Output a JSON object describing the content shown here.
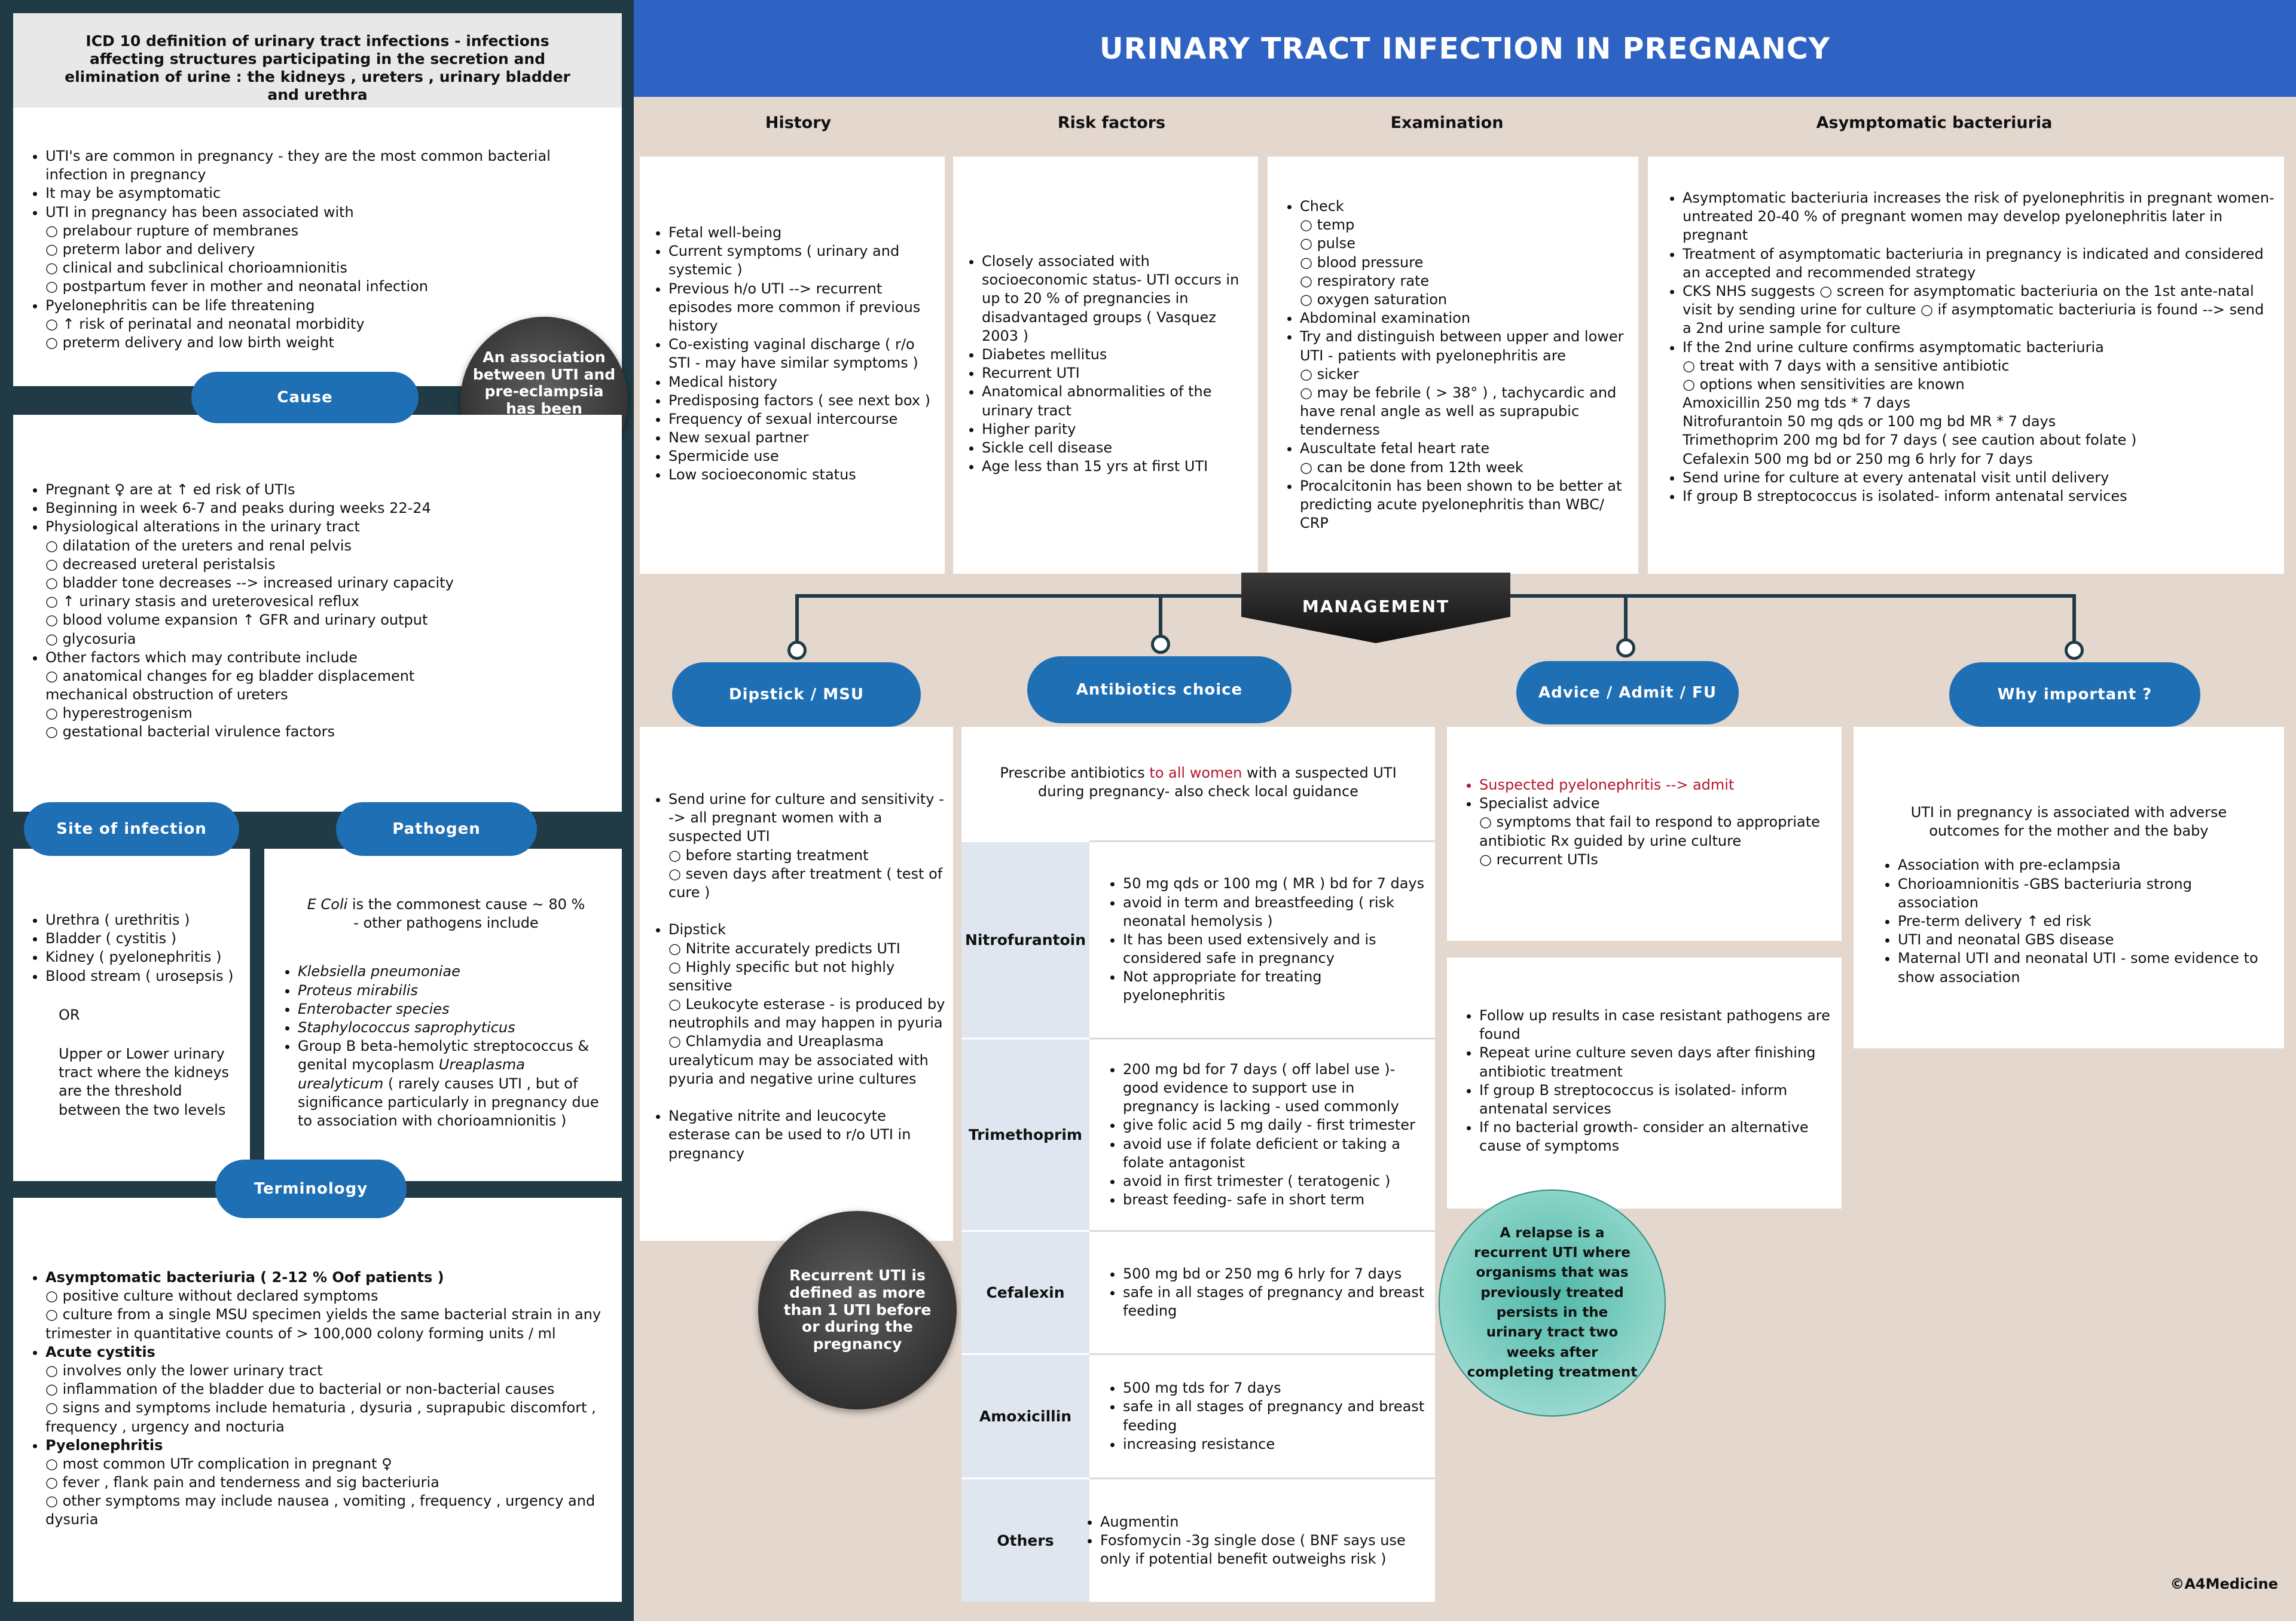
{
  "title": "URINARY TRACT INFECTION IN PREGNANCY",
  "copyright": "©A4Medicine",
  "left": {
    "icd": "ICD 10 definition of urinary tract infections - infections affecting structures participating in the secretion and elimination of urine : the kidneys , ureters , urinary bladder and urethra",
    "intro": [
      "UTI's are common in pregnancy - they are the most common bacterial infection in pregnancy",
      "It may be asymptomatic",
      "UTI in pregnancy has been associated with",
      "○ prelabour rupture of membranes",
      "○ preterm labor and delivery",
      "○ clinical and subclinical chorioamnionitis",
      "○ postpartum fever in mother and neonatal infection",
      "Pyelonephritis can be life threatening",
      "○ ↑ risk of perinatal and neonatal morbidity",
      "○ preterm delivery and low birth weight"
    ],
    "preeclampsia_circle": "An association between UTI and pre-eclampsia has been suggested in studies",
    "cause_label": "Cause",
    "cause": [
      "Pregnant ♀ are at ↑ ed risk of UTIs",
      "Beginning in week 6-7 and peaks during weeks 22-24",
      "Physiological alterations in the urinary tract",
      "○ dilatation of the ureters and renal pelvis",
      "○ decreased ureteral peristalsis",
      "○ bladder tone decreases --> increased urinary capacity",
      "○ ↑ urinary stasis and ureterovesical reflux",
      "○ blood volume expansion ↑ GFR and urinary output",
      "○ glycosuria",
      "Other factors which may contribute include",
      "○ anatomical changes  for eg bladder displacement",
      "  mechanical obstruction of ureters",
      "○ hyperestrogenism",
      "○ gestational bacterial virulence factors"
    ],
    "site_label": "Site of infection",
    "site": [
      "Urethra ( urethritis )",
      "Bladder ( cystitis )",
      "Kidney ( pyelonephritis )",
      "Blood stream ( urosepsis )"
    ],
    "site_or": "OR",
    "site_upper": "Upper or Lower urinary tract where the kidneys are the threshold between the two levels",
    "pathogen_label": "Pathogen",
    "pathogen_ecoli": "E Coli",
    "pathogen_intro": " is the commonest cause ~ 80 % - other pathogens include",
    "pathogens": [
      "Klebsiella pneumoniae",
      "Proteus mirabilis",
      "Enterobacter species",
      "Staphylococcus saprophyticus"
    ],
    "pathogen_gbs": "Group B beta-hemolytic streptococcus  & genital mycoplasm ",
    "pathogen_urea": "Ureaplasma urealyticum",
    "pathogen_gbs2": " ( rarely causes UTI , but of significance particularly in pregnancy due to association with chorioamnionitis )",
    "terminology_label": "Terminology",
    "terminology": [
      {
        "h": "Asymptomatic bacteriuria ( 2-12 % Oof patients )",
        "items": [
          "○ positive culture without declared symptoms",
          "○ culture from a single  MSU specimen yields the same bacterial strain in any trimester in quantitative counts of > 100,000 colony forming units / ml"
        ]
      },
      {
        "h": "Acute cystitis",
        "items": [
          "○ involves only the lower urinary tract",
          "○ inflammation of the bladder due to bacterial or  non-bacterial causes",
          "○ signs and symptoms include hematuria , dysuria , suprapubic discomfort , frequency , urgency and nocturia"
        ]
      },
      {
        "h": "Pyelonephritis",
        "items": [
          "○ most common UTr complication in pregnant ♀",
          "○ fever , flank pain and tenderness and sig bacteriuria",
          "○ other symptoms may include nausea , vomiting , frequency , urgency and dysuria"
        ]
      }
    ]
  },
  "top": {
    "history_label": "History",
    "history": [
      "Fetal well-being",
      "Current symptoms ( urinary and systemic )",
      "Previous h/o UTI --> recurrent episodes more common if previous history",
      "Co-existing vaginal discharge ( r/o STI - may have similar symptoms )",
      "Medical history",
      "Predisposing factors ( see next box )",
      "Frequency of sexual intercourse",
      "New sexual partner",
      "Spermicide use",
      "Low socioeconomic status"
    ],
    "risk_label": "Risk factors",
    "risk": [
      "Closely associated with socioeconomic status-  UTI occurs in up to 20 % of pregnancies in disadvantaged groups ( Vasquez 2003 )",
      "Diabetes mellitus",
      "Recurrent UTI",
      "Anatomical abnormalities of the urinary tract",
      "Higher parity",
      "Sickle cell disease",
      "Age less than 15 yrs at first UTI"
    ],
    "exam_label": "Examination",
    "exam": [
      "Check",
      "○ temp",
      "○ pulse",
      "○ blood pressure",
      "○ respiratory rate",
      "○ oxygen saturation",
      "Abdominal examination",
      "Try and distinguish between upper and lower UTI - patients with pyelonephritis are",
      "○ sicker",
      "○ may be febrile ( > 38° ) , tachycardic and have renal angle as well as suprapubic tenderness",
      "Auscultate fetal heart rate",
      "○ can be done from 12th week",
      "Procalcitonin has been shown to be better at predicting acute pyelonephritis  than WBC/ CRP"
    ],
    "asb_label": "Asymptomatic bacteriuria",
    "asb": [
      "Asymptomatic bacteriuria increases the risk of pyelonephritis in pregnant women- untreated 20-40 % of pregnant women may develop pyelonephritis later in pregnant",
      "Treatment of asymptomatic bacteriuria in pregnancy is indicated and considered an accepted and recommended strategy",
      "CKS NHS suggests ○ screen for asymptomatic bacteriuria on the 1st ante-natal visit by sending urine for culture ○ if asymptomatic bacteriuria is found --> send a 2nd urine sample for culture",
      "If the 2nd urine culture confirms asymptomatic bacteriuria",
      "○ treat with 7 days with a sensitive antibiotic",
      "○ options when sensitivities are known",
      "  Amoxicillin 250 mg tds * 7 days",
      "  Nitrofurantoin 50 mg qds or 100 mg bd MR * 7 days",
      "  Trimethoprim 200 mg bd for 7 days ( see caution about folate )",
      "  Cefalexin 500 mg bd or 250 mg 6 hrly for 7 days",
      "Send urine for culture at every antenatal visit until delivery",
      "If group B streptococcus is isolated- inform antenatal services"
    ]
  },
  "management": {
    "label": "MANAGEMENT",
    "dipstick_label": "Dipstick / MSU",
    "dipstick": [
      "Send urine for culture and sensitivity --> all pregnant women with a suspected UTI",
      "○ before starting treatment",
      "○ seven days after treatment ( test of cure )",
      "",
      "Dipstick",
      "○ Nitrite accurately predicts UTI",
      "○ Highly specific but not highly sensitive",
      "○ Leukocyte esterase - is produced by neutrophils and may happen  in pyuria",
      "○ Chlamydia  and Ureaplasma urealyticum may be associated with pyuria and negative urine cultures",
      "",
      "Negative nitrite and leucocyte esterase can be used to r/o UTI in pregnancy"
    ],
    "recurrent_circle": "Recurrent UTI is defined as more than 1 UTI before or during the pregnancy",
    "antibiotics_label": "Antibiotics choice",
    "antibiotics_intro_a": "Prescribe antibiotics ",
    "antibiotics_intro_red": "to all women",
    "antibiotics_intro_b": " with a suspected UTI during pregnancy- also check local guidance",
    "antibiotics": [
      {
        "name": "Nitrofurantoin",
        "items": [
          "50 mg qds or 100 mg ( MR ) bd for 7 days",
          "avoid in term and breastfeeding ( risk neonatal hemolysis )",
          "It has been used extensively and is considered safe in pregnancy",
          "Not appropriate for treating pyelonephritis"
        ]
      },
      {
        "name": "Trimethoprim",
        "items": [
          "200 mg bd for 7 days ( off label use )- good evidence to support use in pregnancy is lacking - used commonly",
          "give folic acid 5 mg daily - first trimester",
          "avoid use if folate deficient or taking a folate antagonist",
          "avoid in first trimester ( teratogenic )",
          "breast feeding- safe in short term"
        ]
      },
      {
        "name": "Cefalexin",
        "items": [
          "500 mg bd or 250 mg 6 hrly for 7 days",
          "safe in all stages of pregnancy and breast feeding"
        ]
      },
      {
        "name": "Amoxicillin",
        "items": [
          " 500 mg tds for 7 days",
          "safe in all stages of pregnancy and breast feeding",
          "increasing resistance"
        ]
      },
      {
        "name": "Others",
        "items": [
          "Augmentin",
          "Fosfomycin -3g single dose ( BNF says use only if potential benefit outweighs risk )"
        ]
      }
    ],
    "advice_label": "Advice / Admit / FU",
    "advice_red": "Suspected pyelonephritis --> admit",
    "advice": [
      "Specialist advice",
      "○ symptoms that fail to respond to appropriate antibiotic Rx guided by urine culture",
      "○ recurrent UTIs"
    ],
    "followup": [
      "Follow up results in case resistant pathogens are found",
      "Repeat urine culture seven days after finishing antibiotic treatment",
      "If group B streptococcus is isolated- inform antenatal services",
      "If no bacterial growth- consider an alternative cause of symptoms"
    ],
    "relapse_circle": "A relapse is a recurrent UTI where organisms that was previously treated  persists in the urinary tract two weeks after completing treatment",
    "why_label": "Why important ?",
    "why_intro": "UTI in pregnancy is associated with adverse outcomes for the mother and the baby",
    "why": [
      "Association with pre-eclampsia",
      "Chorioamnionitis -GBS bacteriuria strong association",
      "Pre-term delivery ↑ ed risk",
      "UTI and neonatal GBS disease",
      "Maternal UTI and neonatal UTI - some evidence to show association"
    ]
  },
  "colors": {
    "title_bar": "#2e63c4",
    "pill": "#1f6fb5",
    "left_bg": "#203b45",
    "page_bg": "#e3d7ce",
    "red": "#b5172e"
  }
}
